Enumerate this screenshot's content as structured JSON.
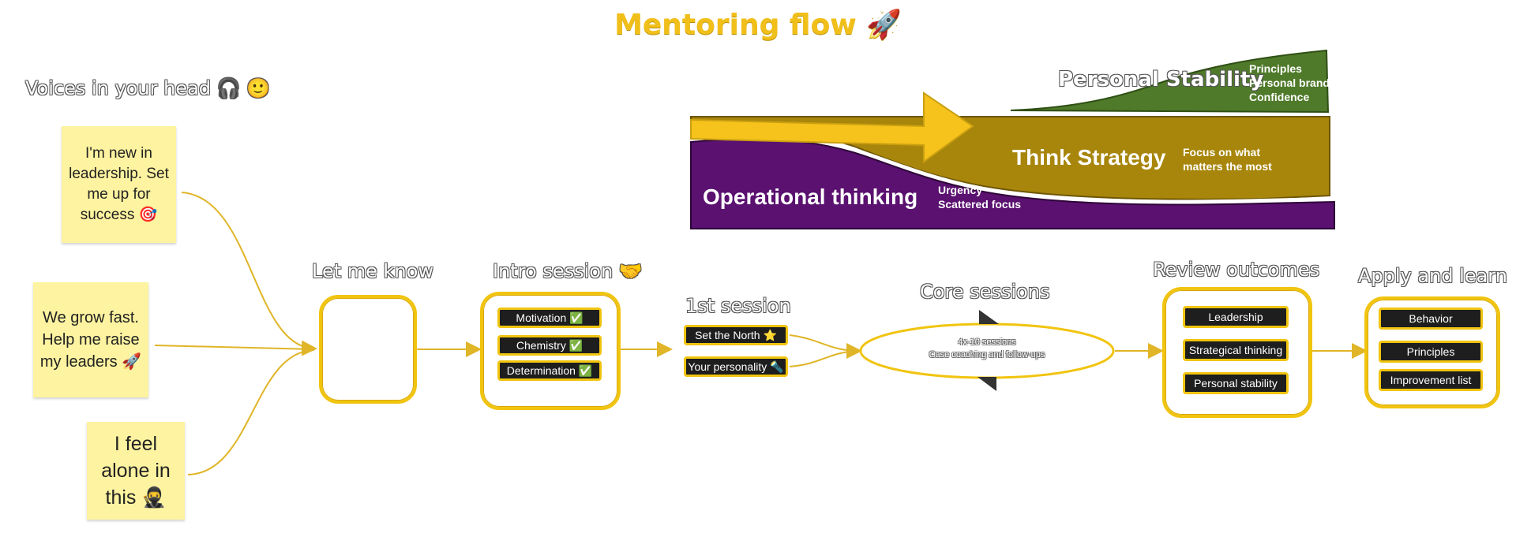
{
  "title": "Mentoring flow 🚀",
  "voices": {
    "heading": "Voices in your head 🎧 🙂",
    "stickies": [
      "I'm new in leadership. Set me up for success 🎯",
      "We grow fast. Help me raise my leaders 🚀",
      "I feel alone in this 🥷"
    ]
  },
  "stages": {
    "let_me_know": "Let me know",
    "intro_session": "Intro session 🤝",
    "first_session": "1st session",
    "core_sessions": "Core sessions",
    "review_outcomes": "Review outcomes",
    "apply_and_learn": "Apply and learn"
  },
  "intro_items": [
    "Motivation ✅",
    "Chemistry ✅",
    "Determination ✅"
  ],
  "first_items": [
    "Set the North ⭐",
    "Your personality 🔦"
  ],
  "core_text": [
    "4x-10 sessions",
    "Case coaching and follow-ups"
  ],
  "review_items": [
    "Leadership",
    "Strategical thinking",
    "Personal stability"
  ],
  "apply_items": [
    "Behavior",
    "Principles",
    "Improvement list"
  ],
  "strategy": {
    "personal_stability": "Personal Stability",
    "ps_notes": [
      "Principles",
      "Personal brand",
      "Confidence"
    ],
    "think_strategy": "Think Strategy",
    "ts_notes": [
      "Focus on what",
      "matters the most"
    ],
    "operational": "Operational thinking",
    "op_notes": [
      "Urgency",
      "Scattered focus"
    ]
  },
  "colors": {
    "yellow": "#f1c40f",
    "gold_band": "#a8860c",
    "purple": "#5a1170",
    "green": "#4f7a2a",
    "sticky": "#fdf3a0",
    "pill": "#1e1e1e"
  }
}
